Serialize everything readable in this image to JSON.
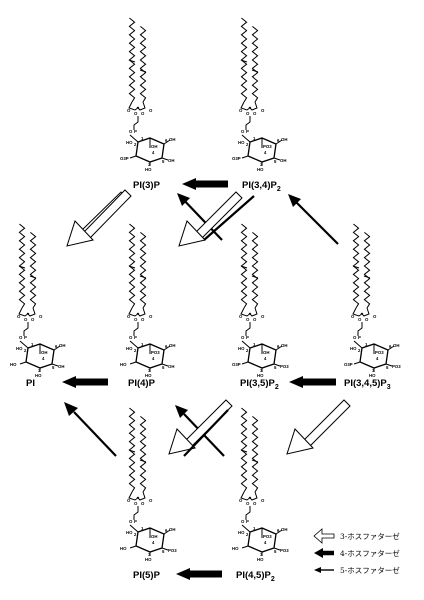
{
  "molecules": [
    {
      "id": "PI3P",
      "label": "PI(3)P",
      "sub": "",
      "extra": "",
      "groups": {
        "c3": "PO3",
        "c4": "OH",
        "c5": "OH"
      }
    },
    {
      "id": "PI34P2",
      "label": "PI(3,4)P",
      "sub": "2",
      "extra": "",
      "groups": {
        "c3": "PO3",
        "c4": "PO3",
        "c5": "OH"
      }
    },
    {
      "id": "PI",
      "label": "PI",
      "sub": "",
      "extra": "",
      "groups": {
        "c3": "OH",
        "c4": "OH",
        "c5": "OH"
      }
    },
    {
      "id": "PI4P",
      "label": "PI(4)P",
      "sub": "",
      "extra": "",
      "groups": {
        "c3": "OH",
        "c4": "PO3",
        "c5": "OH"
      }
    },
    {
      "id": "PI35P2",
      "label": "PI(3,5)P",
      "sub": "2",
      "extra": "",
      "groups": {
        "c3": "PO3",
        "c4": "OH",
        "c5": "PO3"
      }
    },
    {
      "id": "PI345P3",
      "label": "PI(3,4,5)P",
      "sub": "3",
      "extra": "",
      "groups": {
        "c3": "PO3",
        "c4": "PO3",
        "c5": "PO3"
      }
    },
    {
      "id": "PI5P",
      "label": "PI(5)P",
      "sub": "",
      "extra": "",
      "groups": {
        "c3": "OH",
        "c4": "OH",
        "c5": "PO3"
      }
    },
    {
      "id": "PI45P2",
      "label": "PI(4,5)P",
      "sub": "2",
      "extra": "",
      "groups": {
        "c3": "OH",
        "c4": "PO3",
        "c5": "PO3"
      }
    }
  ],
  "atom_labels": {
    "oh": "HO",
    "oh_right": "OH",
    "po3": "PO3",
    "o3p": "O3P",
    "o": "O",
    "p": "P",
    "n1": "1",
    "n2": "2",
    "n3": "3",
    "n4": "4",
    "n5": "5",
    "n6": "6"
  },
  "legend": [
    {
      "type": "hollow",
      "text": "3-ホスファターゼ"
    },
    {
      "type": "thick",
      "text": "4-ホスファターゼ"
    },
    {
      "type": "thin",
      "text": "5-ホスファターゼ"
    }
  ],
  "colors": {
    "ink": "#000000",
    "background": "#ffffff",
    "hollow_fill": "#ffffff"
  }
}
